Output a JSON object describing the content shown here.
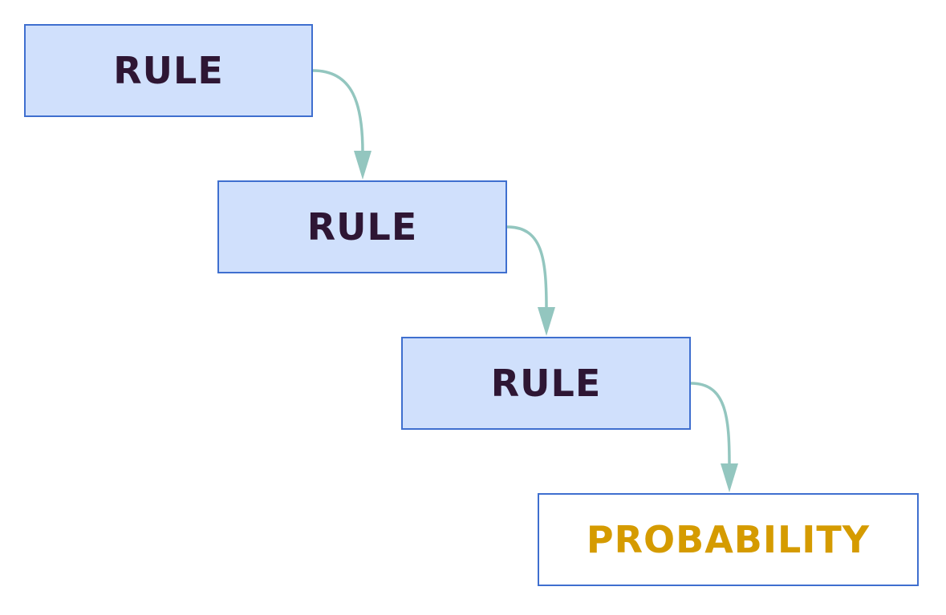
{
  "nodes": [
    {
      "id": "rule-1",
      "label": "RULE"
    },
    {
      "id": "rule-2",
      "label": "RULE"
    },
    {
      "id": "rule-3",
      "label": "RULE"
    },
    {
      "id": "probability",
      "label": "PROBABILITY"
    }
  ],
  "edges": [
    {
      "from": "rule-1",
      "to": "rule-2"
    },
    {
      "from": "rule-2",
      "to": "rule-3"
    },
    {
      "from": "rule-3",
      "to": "probability"
    }
  ],
  "colors": {
    "box_fill": "#d0e0fc",
    "box_border": "#3f6fcf",
    "rule_text": "#2e1634",
    "probability_text": "#d59b00",
    "arrow": "#93c6bf"
  }
}
